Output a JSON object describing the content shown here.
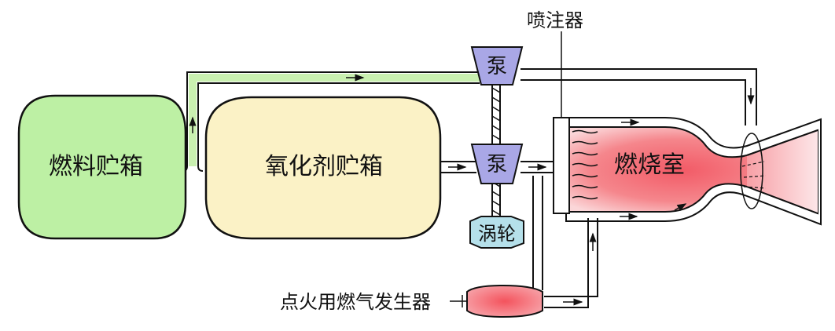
{
  "labels": {
    "fuel_tank": "燃料贮箱",
    "oxidizer_tank": "氧化剂贮箱",
    "pump_top": "泵",
    "pump_bottom": "泵",
    "turbine": "涡轮",
    "injector": "喷注器",
    "combustion_chamber": "燃烧室",
    "gas_generator": "点火用燃气发生器"
  },
  "colors": {
    "fuel_tank": "#bdf0a4",
    "oxidizer_tank": "#fbf2c6",
    "pump": "#a9a7e6",
    "turbine": "#b5e0ea",
    "chamber": "#f47e84",
    "generator": "#f46a72",
    "fuel_pipe": "#c9f0b0",
    "outline": "#111111"
  }
}
